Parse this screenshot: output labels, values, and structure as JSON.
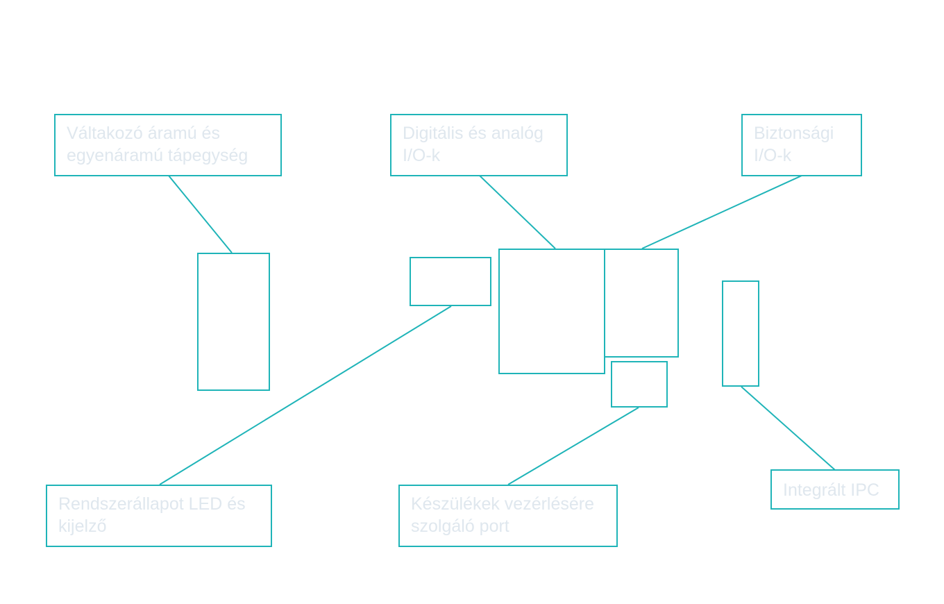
{
  "colors": {
    "stroke": "#1fb4b8",
    "label_text": "#dfe7ee"
  },
  "labels": {
    "power": [
      "Váltakozó áramú és",
      "egyenáramú tápegység"
    ],
    "digital_io": [
      "Digitális és analóg",
      "I/O-k"
    ],
    "safety_io": [
      "Biztonsági",
      "I/O-k"
    ],
    "status_led": [
      "Rendszerállapot LED és",
      "kijelző"
    ],
    "device_port": [
      "Készülékek vezérlésére",
      "szolgáló port"
    ],
    "ipc": [
      "Integrált IPC"
    ]
  }
}
